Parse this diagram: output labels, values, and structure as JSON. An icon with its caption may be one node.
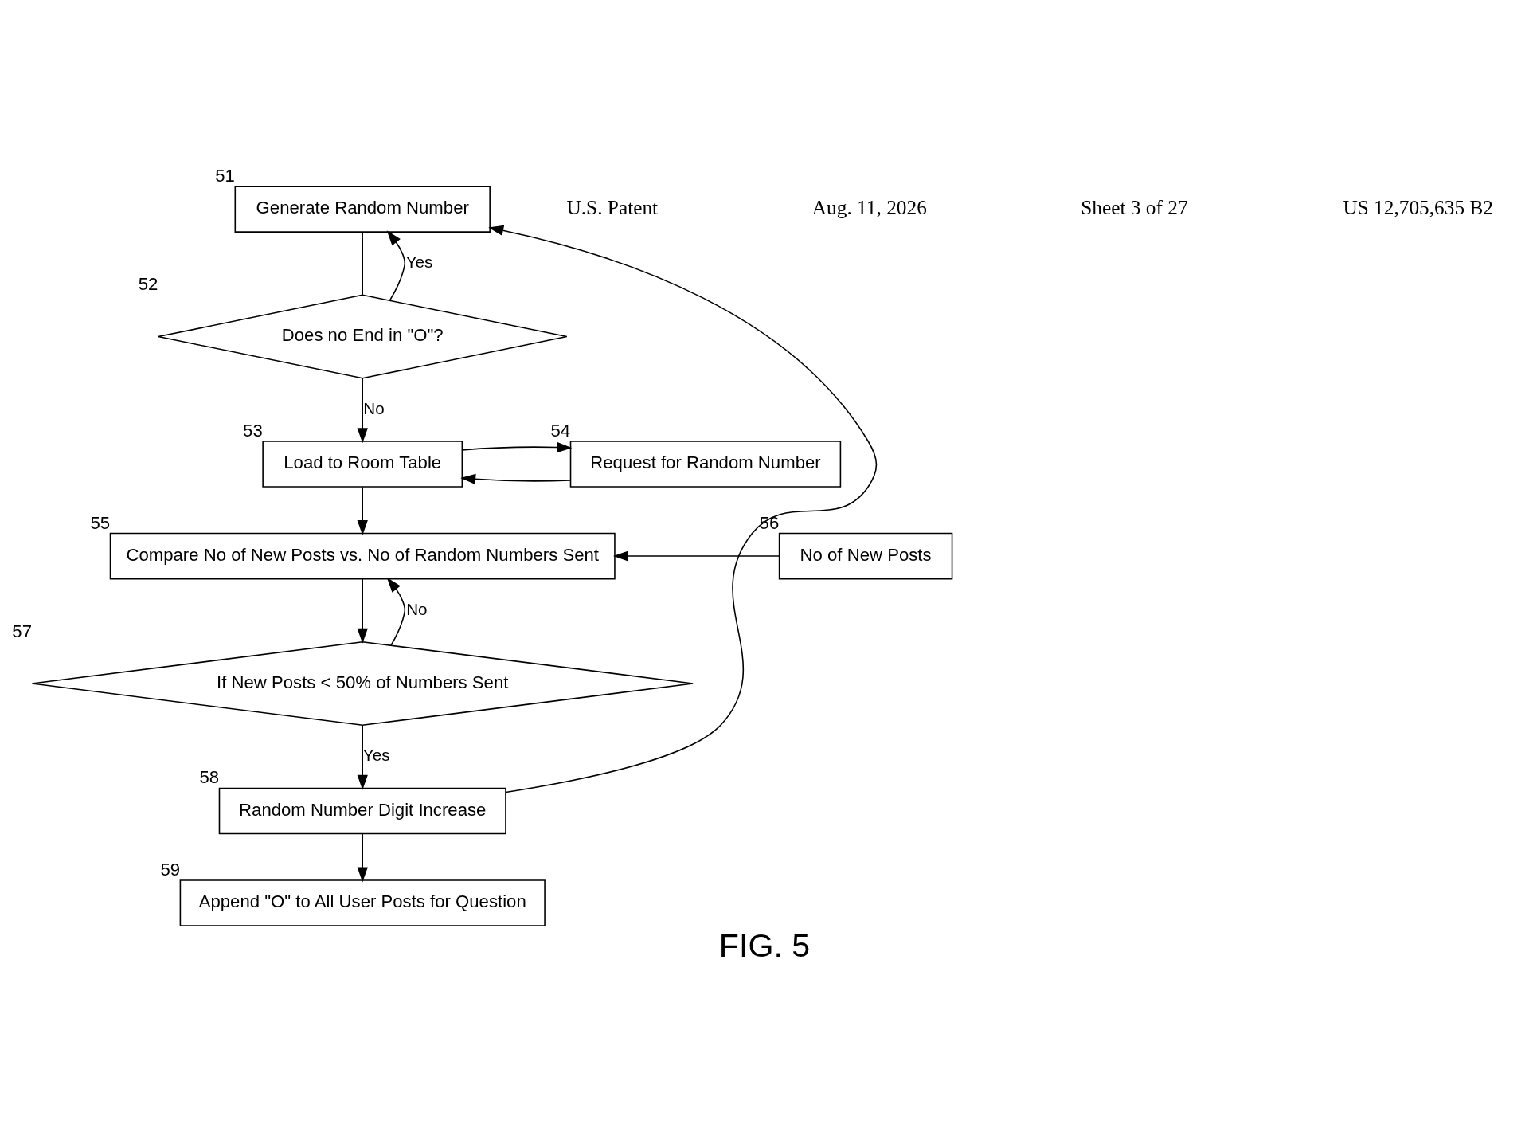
{
  "diagram": {
    "caption": "FIG. 5",
    "nodes": [
      {
        "text": [
          "Generate Random Number"
        ],
        "beside": [
          "51"
        ]
      },
      {
        "text": [
          "Does no End in \"O\"?"
        ],
        "beside": [
          "52"
        ]
      },
      {
        "text": [
          "Load to Room Table"
        ],
        "beside": [
          "53"
        ]
      },
      {
        "text": [
          "Request for Random Number"
        ],
        "beside": [
          "54"
        ]
      },
      {
        "text": [
          "Compare No of New Posts vs. No of Random Numbers Sent"
        ],
        "beside": [
          "55"
        ]
      },
      {
        "text": [
          "No of New Posts"
        ],
        "beside": [
          "56"
        ]
      },
      {
        "text": [
          "If New Posts < 50% of Numbers Sent"
        ],
        "beside": [
          "57"
        ]
      },
      {
        "text": [
          "Random Number Digit Increase"
        ],
        "beside": [
          "58"
        ]
      },
      {
        "text": [
          "Append \"O\" to All User Posts for Question"
        ],
        "beside": [
          "59"
        ]
      }
    ],
    "edges": [
      {
        "from": 0,
        "to": 1,
        "arrow": "none"
      },
      {
        "from": 1,
        "to": 2,
        "arrow": "to",
        "label": "No"
      },
      {
        "from": 1,
        "to": 0,
        "arrow": "to",
        "label": "Yes"
      },
      {
        "from": 3,
        "to": 2,
        "arrow": "to"
      },
      {
        "from": 2,
        "to": 3,
        "arrow": "to"
      },
      {
        "from": 2,
        "to": 4,
        "arrow": "to"
      },
      {
        "from": 5,
        "to": 4,
        "arrow": "to"
      },
      {
        "from": 4,
        "to": 6,
        "arrow": "to"
      },
      {
        "from": 6,
        "to": 4,
        "arrow": "to",
        "label": "No"
      },
      {
        "from": 6,
        "to": 7,
        "arrow": "to",
        "label": "Yes"
      },
      {
        "from": 7,
        "to": 0,
        "arrow": "to"
      },
      {
        "from": 7,
        "to": 8,
        "arrow": "to"
      }
    ],
    "labels": [
      "U.S. Patent",
      "Aug. 11, 2026",
      "Sheet 3 of 27",
      "US 12,705,635 B2"
    ]
  }
}
